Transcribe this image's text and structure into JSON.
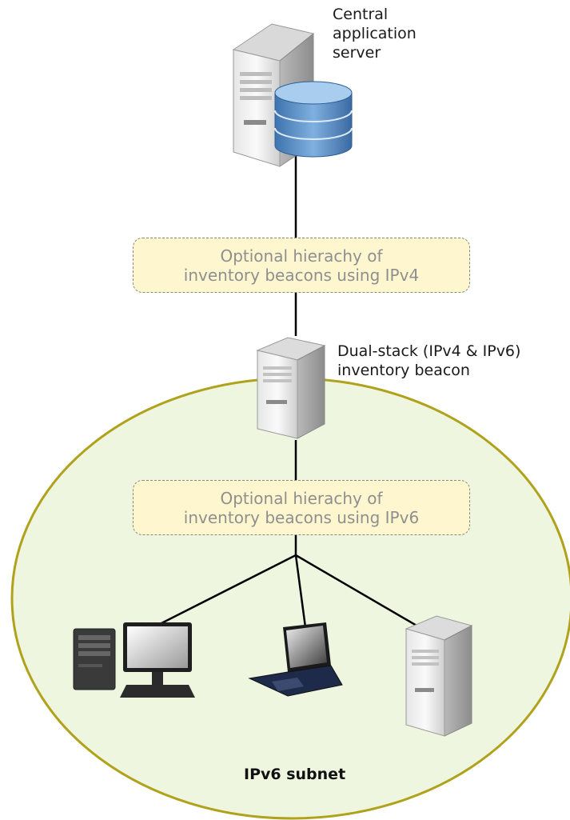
{
  "central_server": {
    "label_lines": [
      "Central",
      "application",
      "server"
    ]
  },
  "hierarchy_ipv4": {
    "lines": [
      "Optional hierachy of",
      "inventory beacons using IPv4"
    ]
  },
  "dual_stack_beacon": {
    "label_lines": [
      "Dual-stack (IPv4 & IPv6)",
      "inventory beacon"
    ]
  },
  "hierarchy_ipv6": {
    "lines": [
      "Optional hierachy of",
      "inventory beacons using IPv6"
    ]
  },
  "subnet": {
    "label": "IPv6 subnet"
  },
  "colors": {
    "subnet_fill": "#eef6e0",
    "subnet_border": "#b0a21c",
    "box_fill": "#fdf6cf",
    "box_border": "#8a8a7a",
    "box_text": "#8f8f8f",
    "database": "#5a8fc4",
    "connector": "#000000"
  },
  "devices": [
    "desktop-computer",
    "laptop",
    "server"
  ]
}
